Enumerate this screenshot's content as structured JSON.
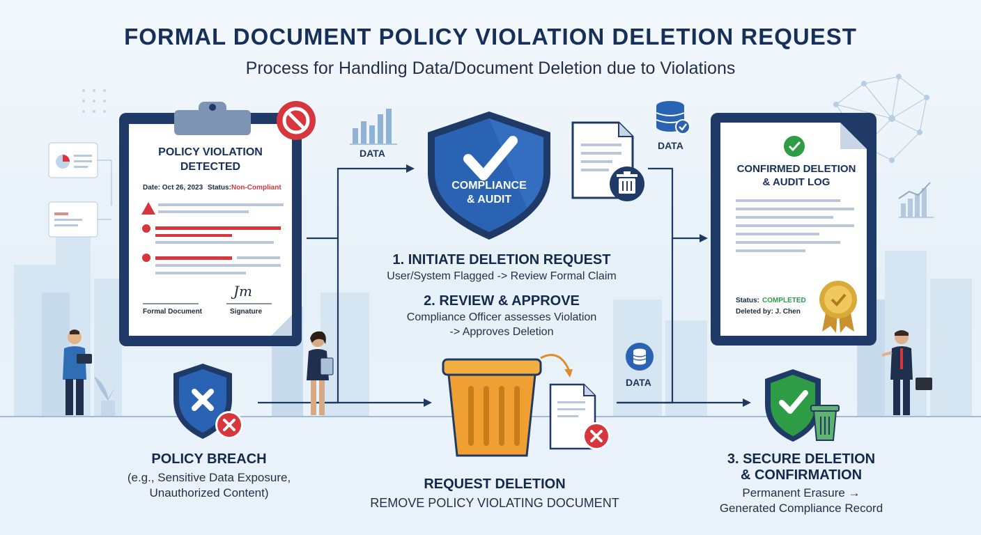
{
  "header": {
    "title": "FORMAL DOCUMENT POLICY VIOLATION DELETION REQUEST",
    "subtitle": "Process for Handling Data/Document Deletion due to Violations"
  },
  "violation_doc": {
    "title_line1": "POLICY VIOLATION",
    "title_line2": "DETECTED",
    "date": "Date: Oct 26, 2023",
    "status_label": "Status:",
    "status_value": "Non-Compliant",
    "footer_left": "Formal Document",
    "footer_right": "Signature",
    "signature_glyph": "Jm"
  },
  "breach": {
    "title": "POLICY BREACH",
    "line1": "(e.g., Sensitive Data Exposure,",
    "line2": "Unauthorized Content)"
  },
  "shield": {
    "line1": "COMPLIANCE",
    "line2": "& AUDIT"
  },
  "data_labels": {
    "top_left": "DATA",
    "top_right": "DATA",
    "middle": "DATA"
  },
  "steps": {
    "step1_title": "1. INITIATE DELETION REQUEST",
    "step1_text": "User/System Flagged -> Review Formal Claim",
    "step2_title": "2. REVIEW & APPROVE",
    "step2_line1": "Compliance Officer assesses Violation",
    "step2_line2": "-> Approves Deletion"
  },
  "request": {
    "title": "REQUEST DELETION",
    "text": "REMOVE POLICY VIOLATING DOCUMENT"
  },
  "confirmed_doc": {
    "title_line1": "CONFIRMED DELETION",
    "title_line2": "& AUDIT LOG",
    "status_label": "Status:",
    "status_value": "COMPLETED",
    "deleted_by": "Deleted by: J. Chen"
  },
  "secure": {
    "title_line1": "3. SECURE DELETION",
    "title_line2": "& CONFIRMATION",
    "line1": "Permanent Erasure →",
    "line2": "Generated Compliance Record"
  },
  "colors": {
    "navy": "#17305a",
    "shield_blue": "#2a62b4",
    "alert_red": "#d7363c",
    "success_green": "#2e9b45",
    "bin_orange": "#f0a033",
    "gold": "#d9a93a"
  }
}
